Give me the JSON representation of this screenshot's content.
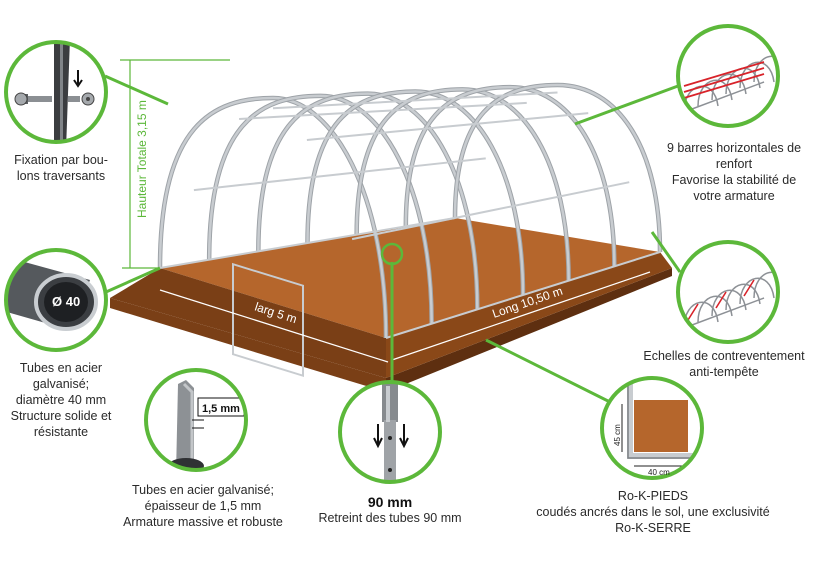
{
  "colors": {
    "accent_green": "#5cb83a",
    "soil": "#b5662c",
    "soil_dark": "#7a3f16",
    "frame_metal": "#c8ccd0",
    "bracing_red": "#d8232a"
  },
  "dimensions": {
    "height_label": "Hauteur Totale 3,15 m",
    "width_label": "larg 5 m",
    "length_label": "Long 10,50 m"
  },
  "callouts": {
    "bolt": {
      "icon": "bolt-fixation-icon",
      "lines": [
        "Fixation par bou-",
        "lons traversants"
      ]
    },
    "tube_40": {
      "icon": "tube-section-icon",
      "badge": "Ø 40",
      "lines": [
        "Tubes en acier",
        "galvanisé;",
        "diamètre 40 mm",
        "Structure solide et",
        "résistante"
      ]
    },
    "thickness": {
      "icon": "tube-thickness-icon",
      "badge": "1,5 mm",
      "lines": [
        "Tubes en acier galvanisé;",
        "épaisseur de 1,5 mm",
        "Armature massive et robuste"
      ]
    },
    "retreint": {
      "icon": "tube-retreint-icon",
      "title": "90 mm",
      "lines": [
        "Retreint des tubes 90 mm"
      ]
    },
    "feet": {
      "icon": "foot-anchor-icon",
      "dim_v": "45 cm",
      "dim_h": "40 cm",
      "lines": [
        "Ro-K-PIEDS",
        "coudés ancrés dans le sol, une exclusivité",
        "Ro-K-SERRE"
      ]
    },
    "bars": {
      "icon": "horizontal-bars-icon",
      "lines": [
        "9 barres horizontales de",
        "renfort",
        "Favorise la stabilité de",
        "votre armature"
      ]
    },
    "ladders": {
      "icon": "bracing-ladder-icon",
      "lines": [
        "Echelles de contreventement",
        "anti-tempête"
      ]
    }
  }
}
